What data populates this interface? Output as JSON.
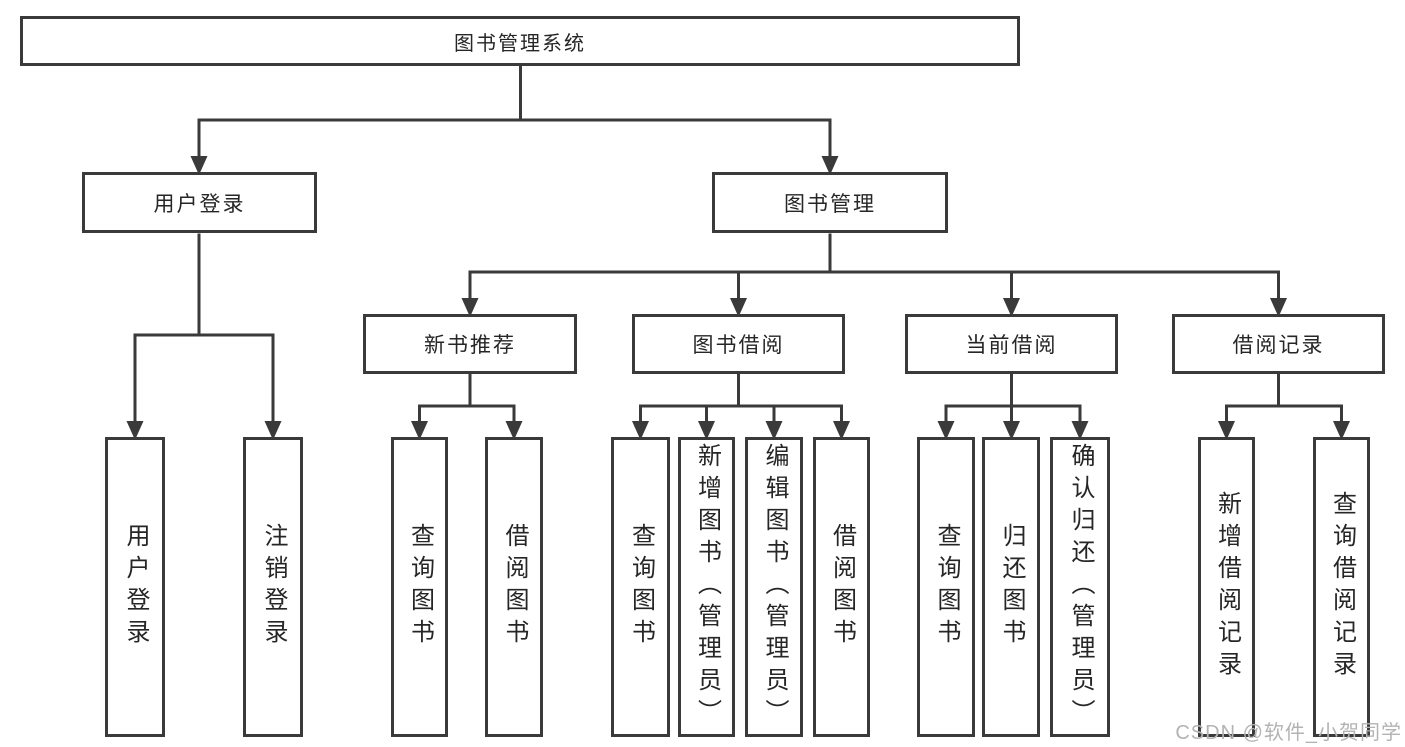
{
  "tree": {
    "root": {
      "label": "图书管理系统"
    },
    "branches": [
      {
        "label": "用户登录",
        "children": [
          {
            "label": "用户登录"
          },
          {
            "label": "注销登录"
          }
        ]
      },
      {
        "label": "图书管理",
        "children": [
          {
            "label": "新书推荐",
            "children": [
              {
                "label": "查询图书"
              },
              {
                "label": "借阅图书"
              }
            ]
          },
          {
            "label": "图书借阅",
            "children": [
              {
                "label": "查询图书"
              },
              {
                "label": "新增图书（管理员）"
              },
              {
                "label": "编辑图书（管理员）"
              },
              {
                "label": "借阅图书"
              }
            ]
          },
          {
            "label": "当前借阅",
            "children": [
              {
                "label": "查询图书"
              },
              {
                "label": "归还图书"
              },
              {
                "label": "确认归还（管理员）"
              }
            ]
          },
          {
            "label": "借阅记录",
            "children": [
              {
                "label": "新增借阅记录"
              },
              {
                "label": "查询借阅记录"
              }
            ]
          }
        ]
      }
    ]
  },
  "watermark": {
    "text": "CSDN @软件_小贺同学"
  },
  "colors": {
    "line": "#3a3a3a",
    "box_border": "#3a3a3a",
    "box_fill": "#ffffff",
    "text": "#262626",
    "background": "#ffffff",
    "watermark": "#b3b3b3"
  }
}
